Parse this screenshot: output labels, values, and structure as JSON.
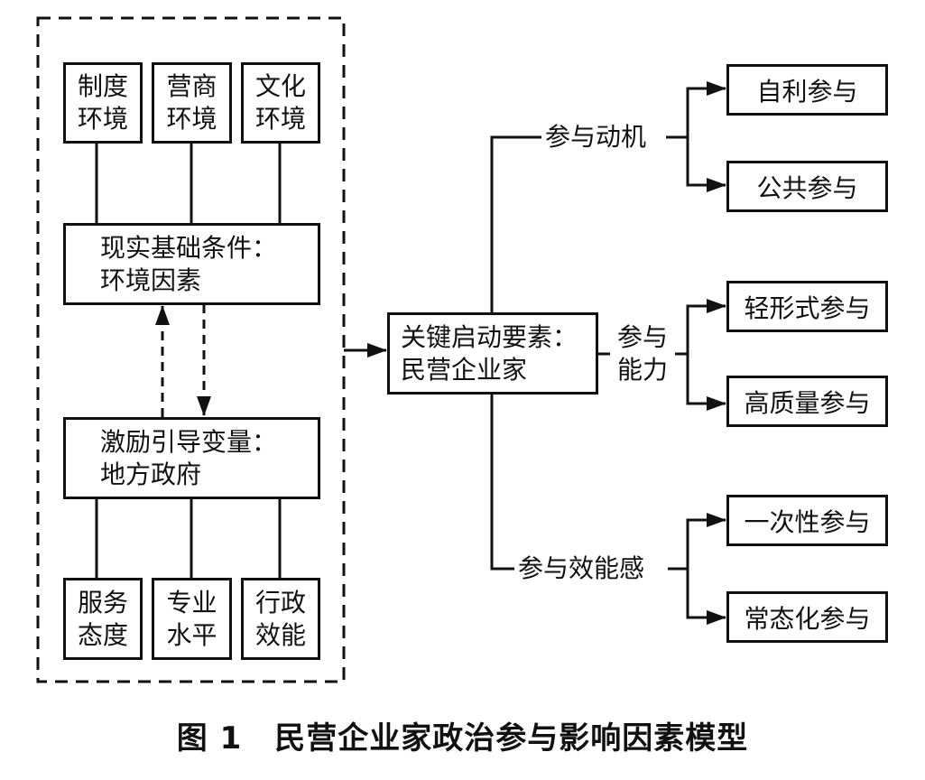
{
  "environment_group": {
    "top_factors": [
      "制度环境",
      "营商环境",
      "文化环境"
    ],
    "environment_box": {
      "line1": "现实基础条件：",
      "line2": "环境因素"
    },
    "government_box": {
      "line1": "激励引导变量：",
      "line2": "地方政府"
    },
    "bottom_factors": [
      "服务态度",
      "专业水平",
      "行政效能"
    ]
  },
  "central_node": {
    "line1": "关键启动要素：",
    "line2": "民营企业家"
  },
  "branches": [
    {
      "label": "参与动机",
      "outcomes": [
        "自利参与",
        "公共参与"
      ]
    },
    {
      "label": "参与能力",
      "outcomes": [
        "轻形式参与",
        "高质量参与"
      ]
    },
    {
      "label": "参与效能感",
      "outcomes": [
        "一次性参与",
        "常态化参与"
      ]
    }
  ],
  "caption": {
    "number": "图 1",
    "title": "民营企业家政治参与影响因素模型"
  }
}
